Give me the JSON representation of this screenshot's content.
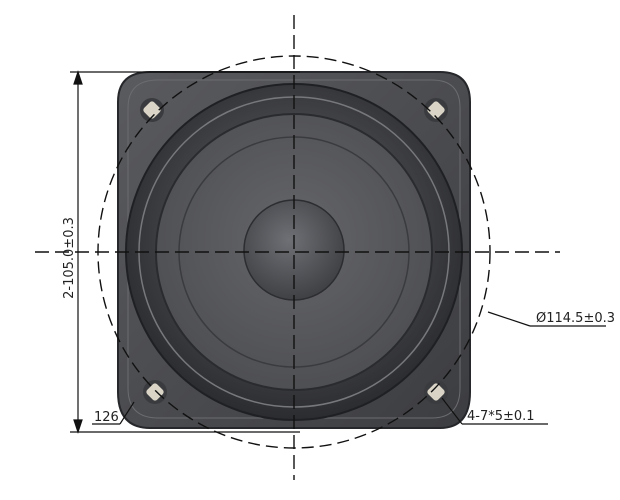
{
  "labels": {
    "height_dim": "2-105.0±0.3",
    "frame_width": "126",
    "diameter": "Ø114.5±0.3",
    "mount_holes": "4-7*5±0.1"
  },
  "colors": {
    "frame": "#4a4b4f",
    "frame_edge": "#2a2b2e",
    "cone": "#55565a",
    "dust_cap": "#4e4f53",
    "leader": "#1a1a1a",
    "slot_pad": "#d9d4c6"
  }
}
